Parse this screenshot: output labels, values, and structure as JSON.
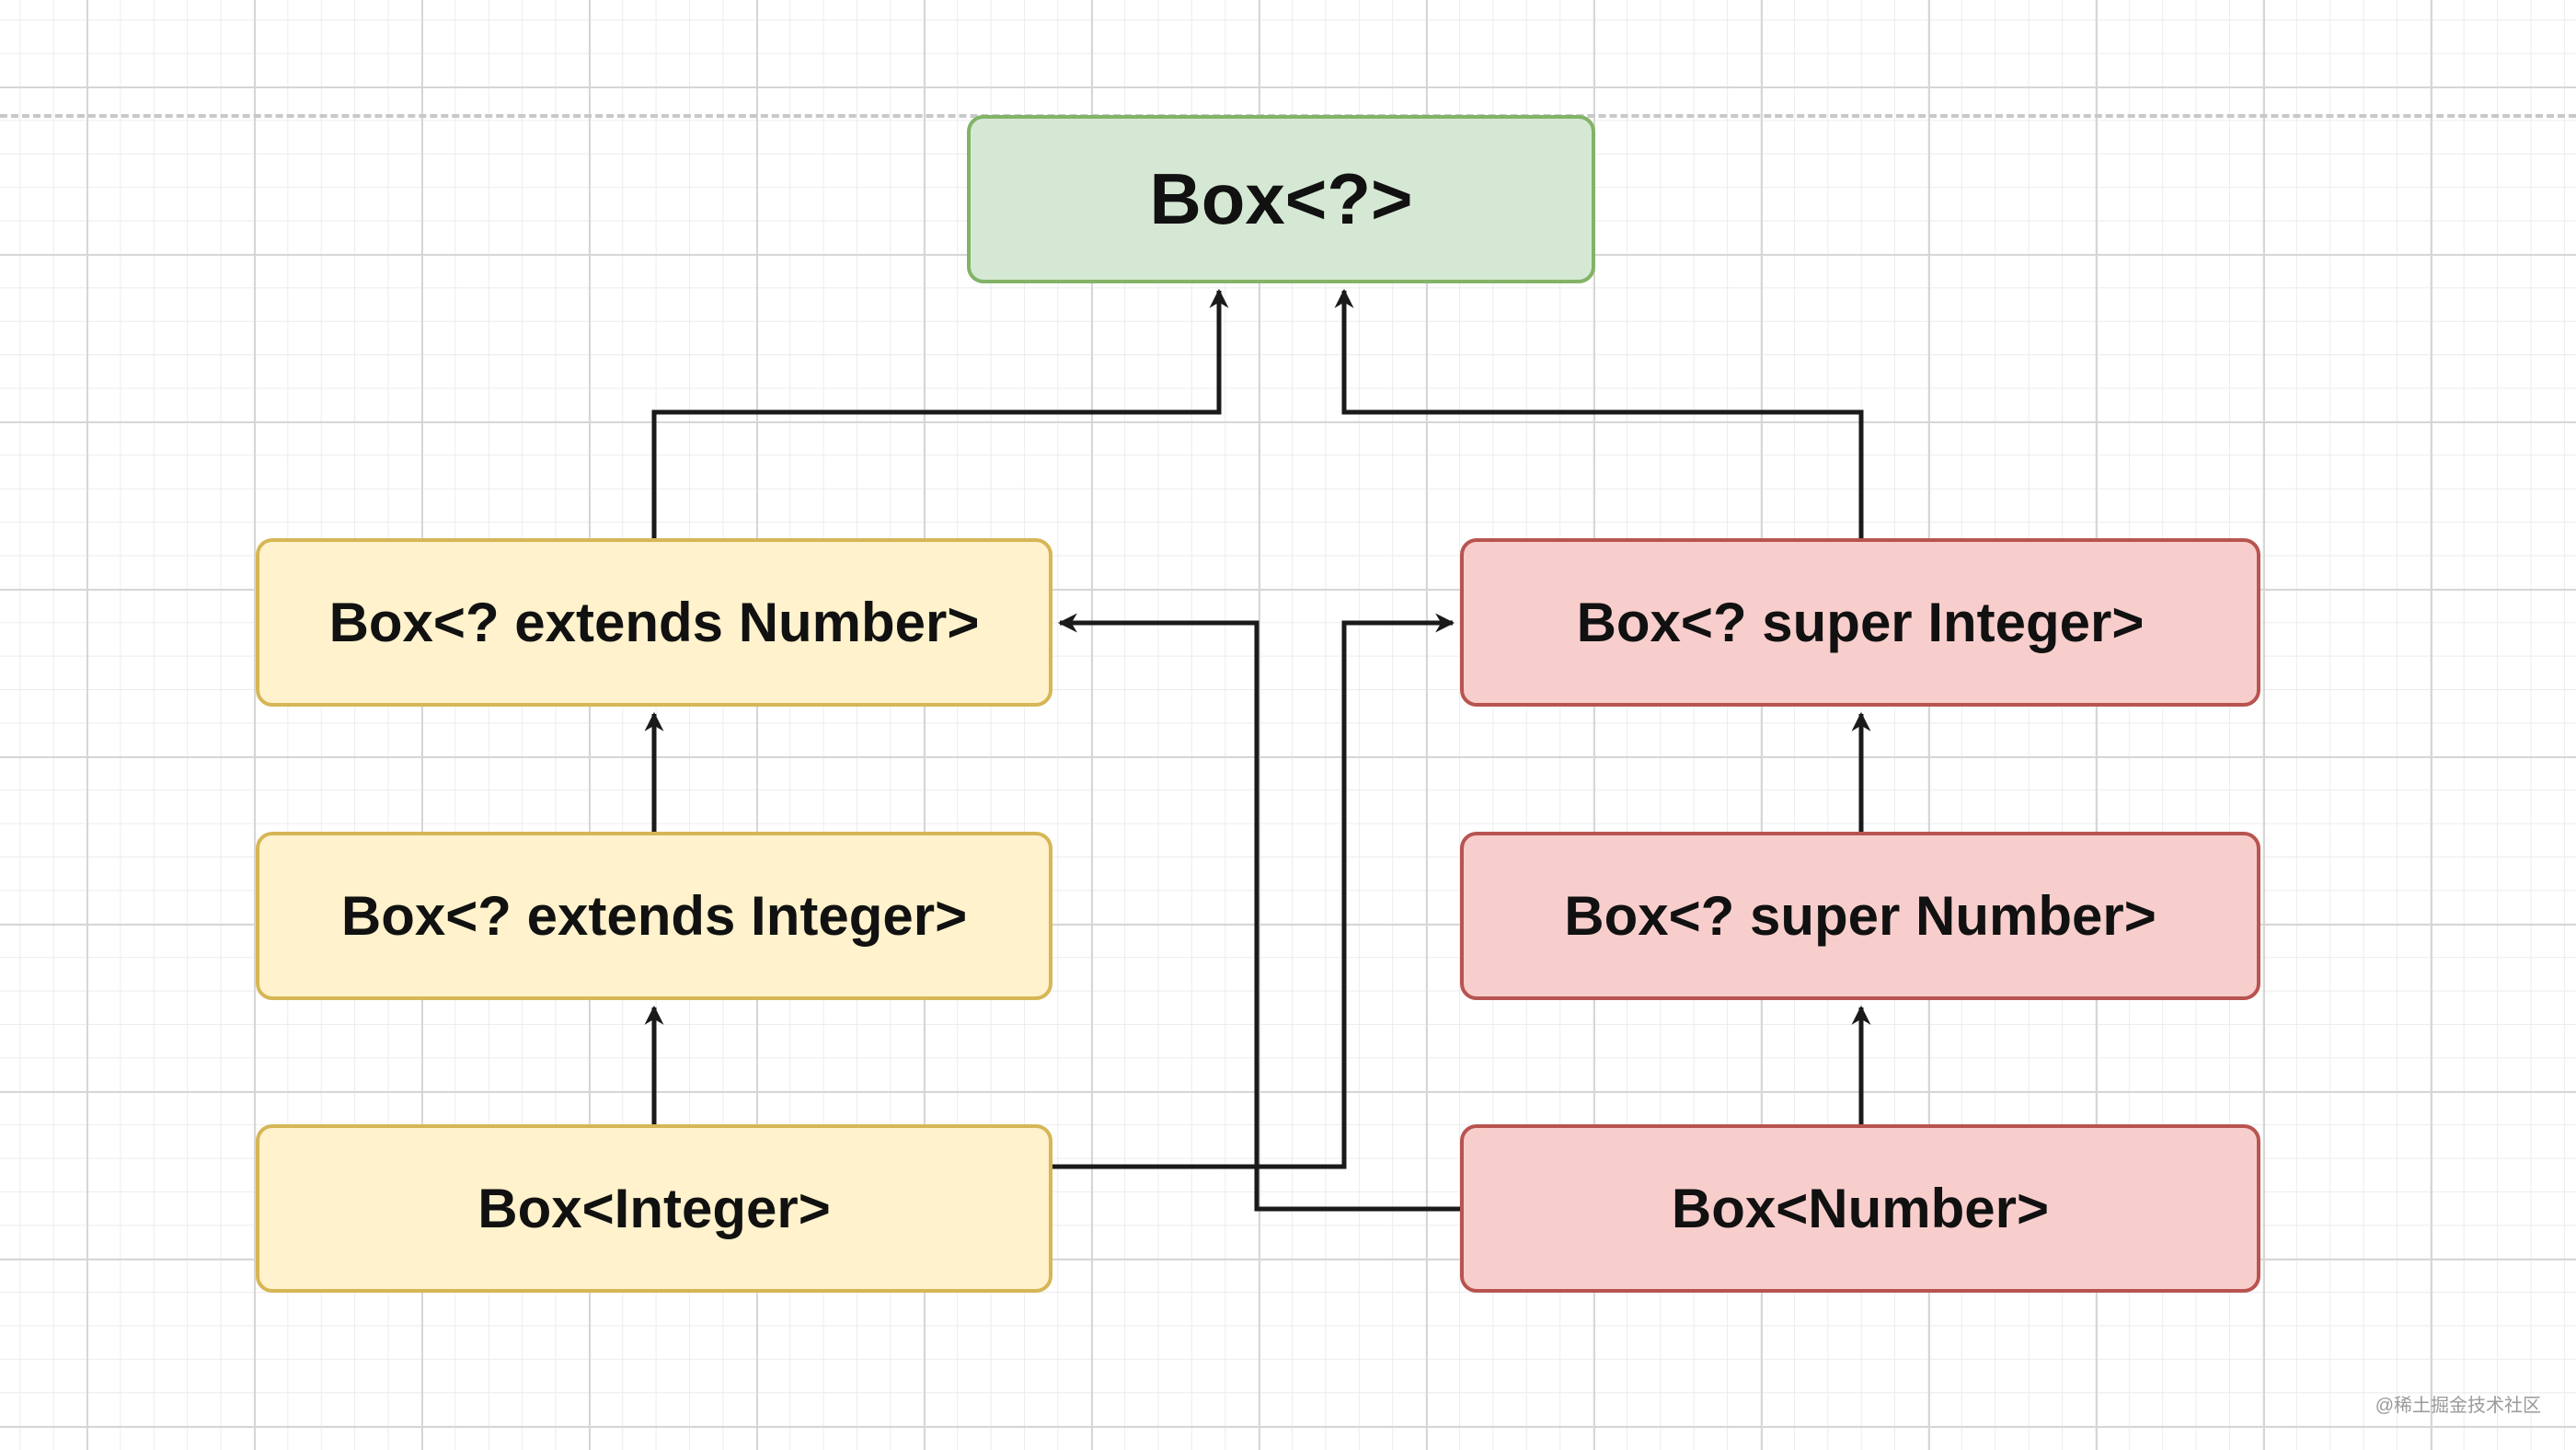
{
  "diagram": {
    "nodes": [
      {
        "id": "root",
        "label": "Box<?>",
        "fill": "#d5e8d4",
        "stroke": "#82b366"
      },
      {
        "id": "ext_num",
        "label": "Box<? extends Number>",
        "fill": "#fff2cc",
        "stroke": "#d6b656"
      },
      {
        "id": "ext_int",
        "label": "Box<? extends Integer>",
        "fill": "#fff2cc",
        "stroke": "#d6b656"
      },
      {
        "id": "int",
        "label": "Box<Integer>",
        "fill": "#fff2cc",
        "stroke": "#d6b656"
      },
      {
        "id": "sup_int",
        "label": "Box<? super Integer>",
        "fill": "#f8cecc",
        "stroke": "#b85450"
      },
      {
        "id": "sup_num",
        "label": "Box<? super Number>",
        "fill": "#f8cecc",
        "stroke": "#b85450"
      },
      {
        "id": "num",
        "label": "Box<Number>",
        "fill": "#f8cecc",
        "stroke": "#b85450"
      }
    ],
    "edges": [
      {
        "from": "ext_num",
        "to": "root"
      },
      {
        "from": "sup_int",
        "to": "root"
      },
      {
        "from": "ext_int",
        "to": "ext_num"
      },
      {
        "from": "int",
        "to": "ext_int"
      },
      {
        "from": "sup_num",
        "to": "sup_int"
      },
      {
        "from": "num",
        "to": "sup_num"
      },
      {
        "from": "int",
        "to": "sup_int"
      },
      {
        "from": "num",
        "to": "ext_num"
      }
    ],
    "edge_color": "#1a1a1a"
  },
  "watermark": "@稀土掘金技术社区"
}
